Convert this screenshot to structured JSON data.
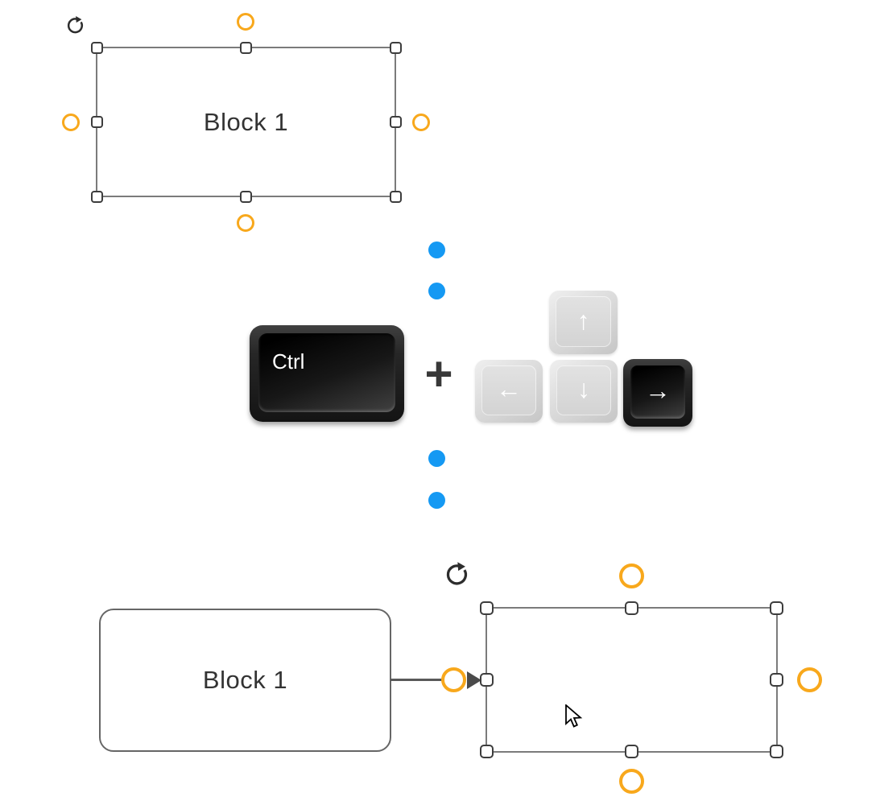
{
  "colors": {
    "accent_orange": "#F8A81C",
    "accent_blue": "#1599F3",
    "selection_gray": "#7B7B7B",
    "handle_border": "#3D3D3D",
    "key_dark": "#1A1A1A",
    "key_light": "#D6D6D6",
    "connector_gray": "#595959"
  },
  "top_selected_block": {
    "label": "Block 1"
  },
  "keyboard_shortcut": {
    "modifier_key": {
      "label": "Ctrl"
    },
    "separator": "+",
    "arrow_keys": {
      "up": {
        "symbol": "↑",
        "pressed": false
      },
      "left": {
        "symbol": "←",
        "pressed": false
      },
      "down": {
        "symbol": "↓",
        "pressed": false
      },
      "right": {
        "symbol": "→",
        "pressed": true
      }
    }
  },
  "result_diagram": {
    "source_block": {
      "label": "Block 1"
    },
    "new_block": {
      "label": ""
    }
  }
}
